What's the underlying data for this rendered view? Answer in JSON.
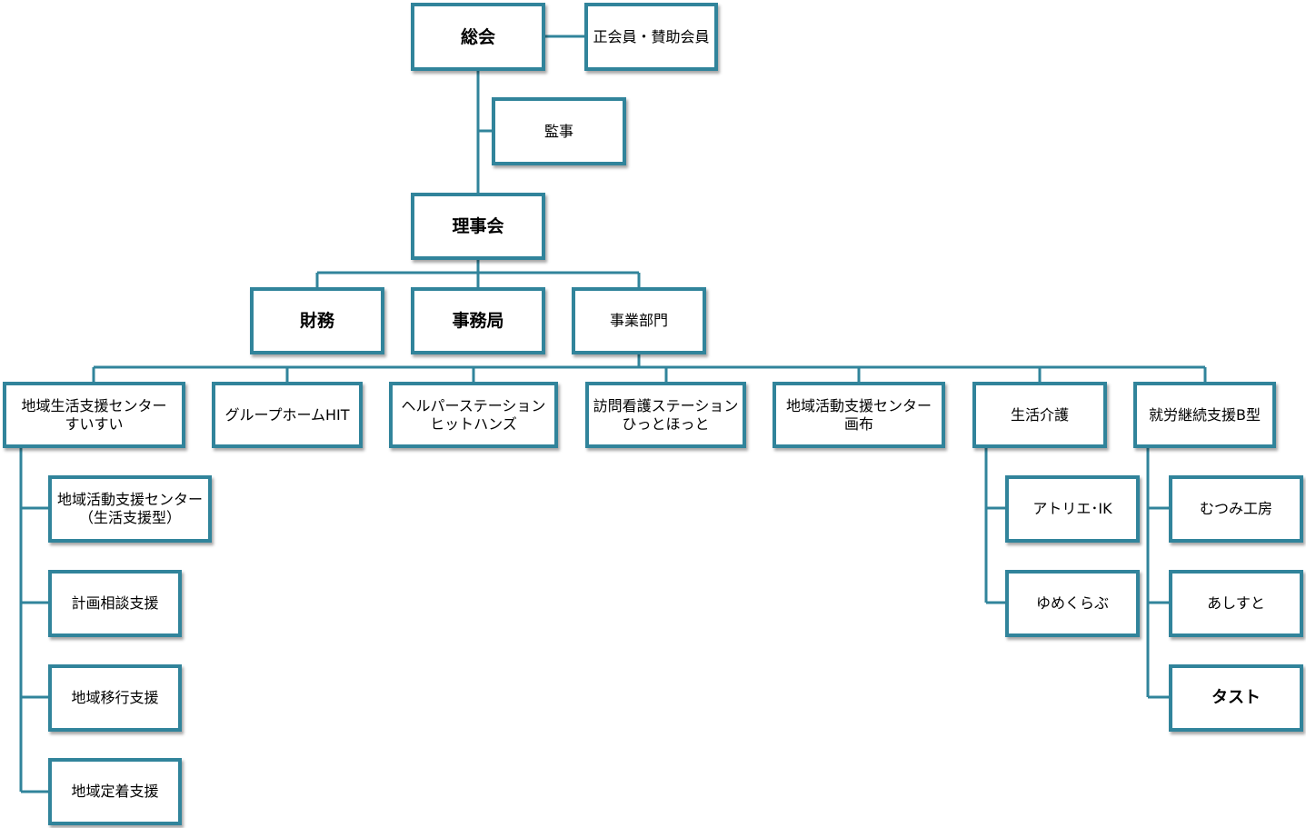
{
  "colors": {
    "line": "#31849b",
    "box_border": "#31849b"
  },
  "nodes": {
    "general_meeting": "総会",
    "members": "正会員・賛助会員",
    "auditor": "監事",
    "board": "理事会",
    "finance": "財務",
    "secretariat": "事務局",
    "business": "事業部門",
    "center_suisui": "地域生活支援センター\nすいすい",
    "grouphome": "グループホームHIT",
    "helper": "ヘルパーステーション\nヒットハンズ",
    "nursing": "訪問看護ステーション\nひっとほっと",
    "center_gafu": "地域活動支援センター\n画布",
    "life_care": "生活介護",
    "employment_b": "就労継続支援B型",
    "activity_center_life": "地域活動支援センター\n（生活支援型）",
    "plan_consult": "計画相談支援",
    "transition": "地域移行支援",
    "settlement": "地域定着支援",
    "atelier_ik": "アトリエ･IK",
    "yumekurabu": "ゆめくらぶ",
    "mutsumi": "むつみ工房",
    "ashisuto": "あしすと",
    "tasuto": "タスト"
  }
}
